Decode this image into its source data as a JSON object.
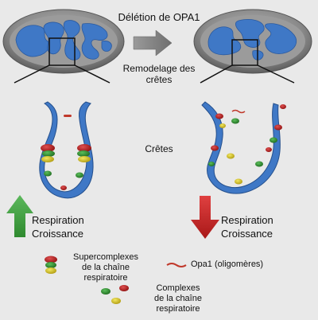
{
  "title": "Délétion de OPA1",
  "remodeling_label": [
    "Remodelage des",
    "crêtes"
  ],
  "cristae_label": "Crêtes",
  "left_outcome": [
    "Respiration",
    "Croissance"
  ],
  "right_outcome": [
    "Respiration",
    "Croissance"
  ],
  "legend": {
    "supercomplexes": [
      "Supercomplexes",
      "de la chaîne",
      "respiratoire"
    ],
    "opa1": "Opa1 (oligomères)",
    "complexes": [
      "Complexes",
      "de la chaîne",
      "respiratoire"
    ]
  },
  "colors": {
    "background": "#e9e9e9",
    "mito_outer": "#7e7e7e",
    "cristae_blue": "#3f78c6",
    "arrow_up_green": "#3f9a3f",
    "arrow_down_red": "#c42020",
    "complex_red": "#b71c1c",
    "complex_green": "#2e7d32",
    "complex_yellow": "#d4c21c",
    "opa1": "#c0392b"
  }
}
